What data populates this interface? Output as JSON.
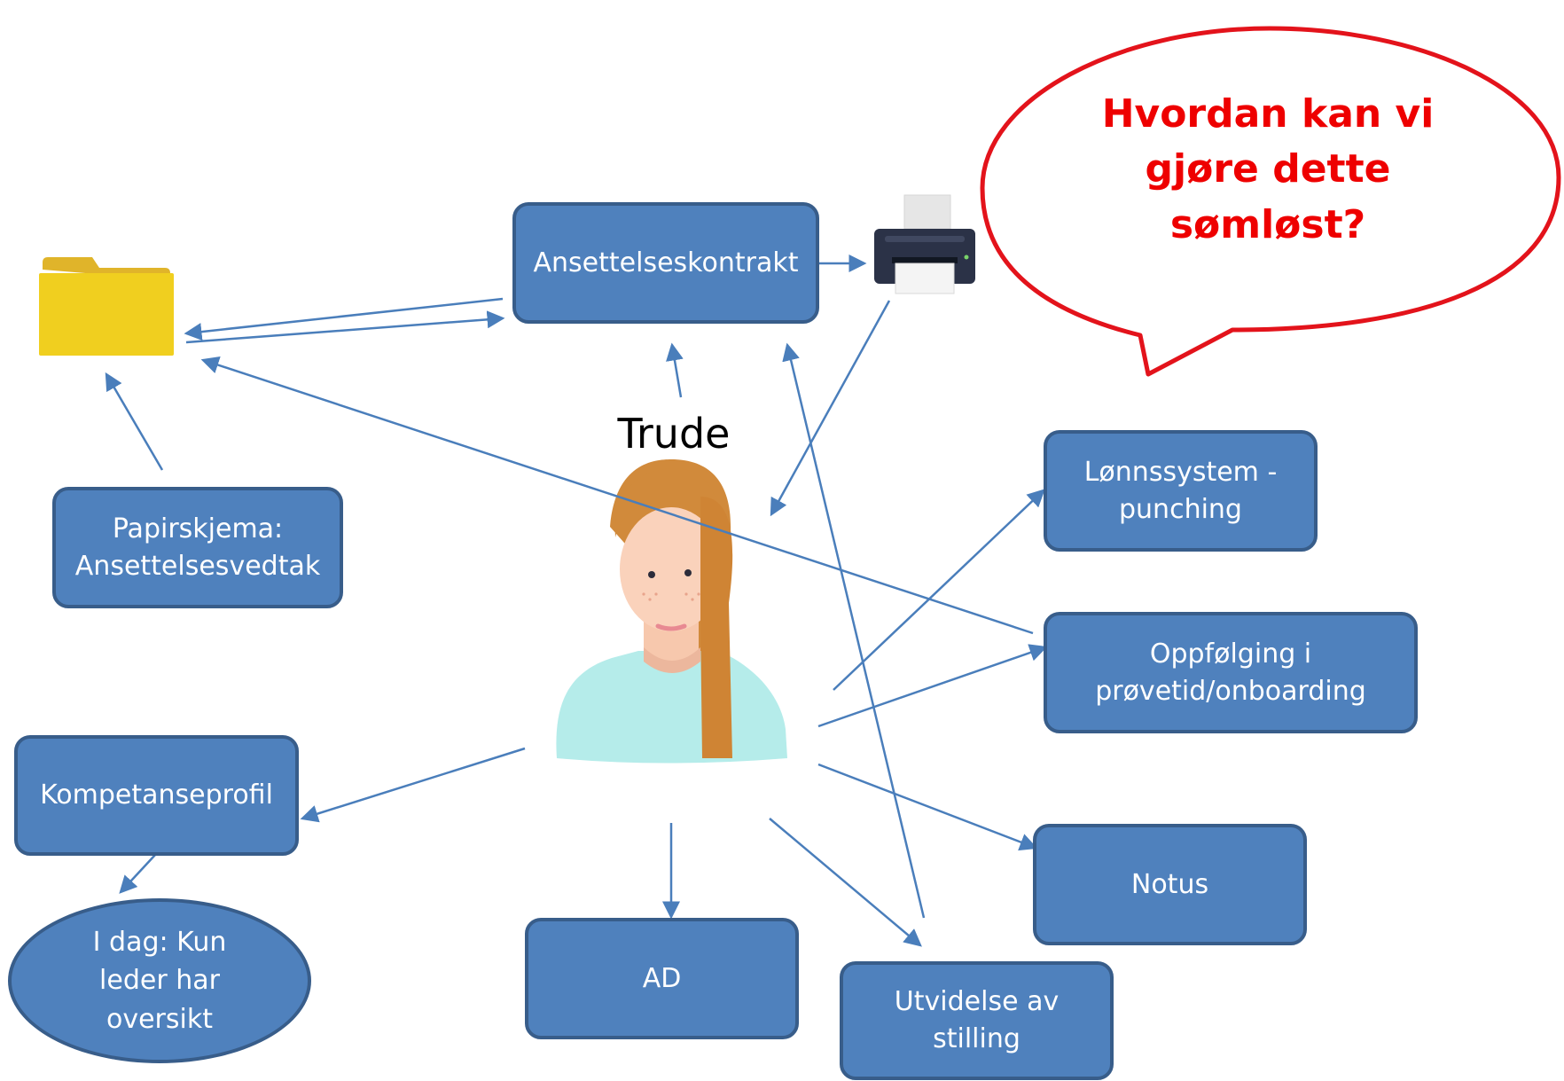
{
  "colors": {
    "box_fill": "#4f81bd",
    "box_border": "#385d8a",
    "arrow": "#4a7ebb",
    "bubble_border": "#e3131b",
    "bubble_text": "#ee0000",
    "folder": "#f0cf1f"
  },
  "icons": {
    "folder": "folder-icon",
    "printer": "printer-icon",
    "person": "person-avatar"
  },
  "person": {
    "name": "Trude"
  },
  "bubble": {
    "text": "Hvordan kan vi\ngjøre dette\nsømløst?"
  },
  "nodes": {
    "ansettelseskontrakt": "Ansettelseskontrakt",
    "papirskjema": "Papirskjema:\nAnsettelsesvedtak",
    "kompetanseprofil": "Kompetanseprofil",
    "i_dag": "I dag: Kun\nleder har\noversikt",
    "ad": "AD",
    "utvidelse": "Utvidelse av\nstilling",
    "notus": "Notus",
    "oppfolging": "Oppfølging i\nprøvetid/onboarding",
    "lonnssystem": "Lønnssystem -\npunching"
  }
}
